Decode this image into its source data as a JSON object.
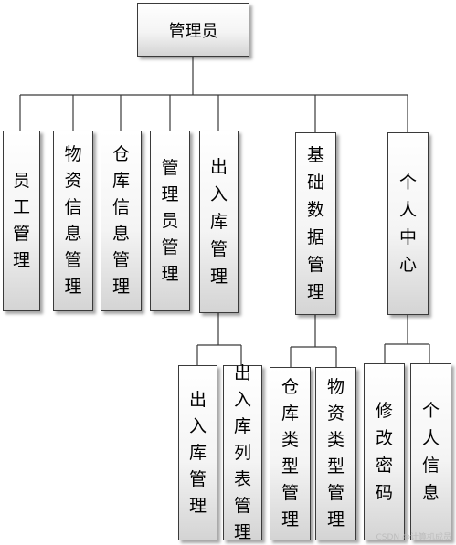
{
  "root": {
    "label": "管理员"
  },
  "level1": [
    {
      "label": "员工管理"
    },
    {
      "label": "物资信息管理"
    },
    {
      "label": "仓库信息管理"
    },
    {
      "label": "管理员管理"
    },
    {
      "label": "出入库管理"
    },
    {
      "label": "基础数据管理"
    },
    {
      "label": "个人中心"
    }
  ],
  "level2": [
    {
      "label": "出入库管理"
    },
    {
      "label": "出入库列表管理"
    },
    {
      "label": "仓库类型管理"
    },
    {
      "label": "物资类型管理"
    },
    {
      "label": "修改密码"
    },
    {
      "label": "个人信息"
    }
  ],
  "watermark": {
    "text": "CSDN @计算机成员"
  }
}
